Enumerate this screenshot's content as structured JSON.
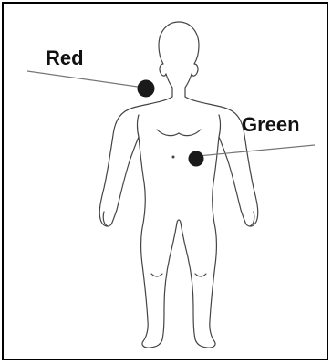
{
  "labels": {
    "red": "Red",
    "green": "Green"
  },
  "electrodes": [
    {
      "name": "red",
      "color": "#1a1a1a"
    },
    {
      "name": "green",
      "color": "#1a1a1a"
    }
  ],
  "colors": {
    "outline": "#444444",
    "frame": "#000000",
    "leader_line": "#777777"
  }
}
